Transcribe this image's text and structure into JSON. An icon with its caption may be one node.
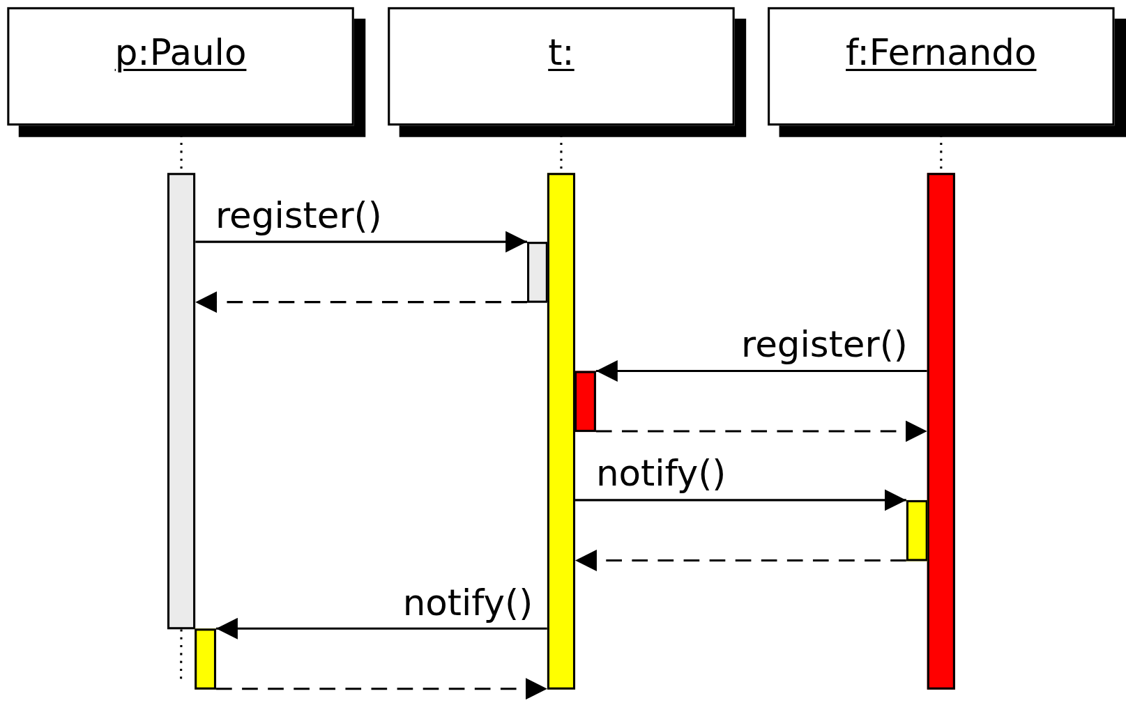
{
  "diagram": {
    "nodes": [
      {
        "text": [
          "p:Paulo"
        ]
      },
      {
        "text": [
          "t:"
        ]
      },
      {
        "text": [
          "f:Fernando"
        ]
      },
      {
        "text": [],
        "shape": "bar"
      },
      {
        "text": [],
        "shape": "bar"
      },
      {
        "text": [],
        "shape": "bar"
      },
      {
        "text": [],
        "shape": "bar"
      },
      {
        "text": [],
        "shape": "bar"
      },
      {
        "text": [],
        "shape": "bar"
      },
      {
        "text": [],
        "shape": "bar"
      }
    ],
    "edges": [
      {
        "from": 0,
        "to": 3,
        "arrow": "none",
        "style": "dashed"
      },
      {
        "from": 1,
        "to": 4,
        "arrow": "none",
        "style": "dashed"
      },
      {
        "from": 2,
        "to": 5,
        "arrow": "none",
        "style": "dashed"
      },
      {
        "from": 3,
        "to": 6,
        "arrow": "to",
        "label": "register()"
      },
      {
        "from": 6,
        "to": 3,
        "arrow": "to",
        "style": "dashed"
      },
      {
        "from": 5,
        "to": 7,
        "arrow": "to",
        "label": "register()"
      },
      {
        "from": 7,
        "to": 5,
        "arrow": "to",
        "style": "dashed"
      },
      {
        "from": 4,
        "to": 8,
        "arrow": "to",
        "label": "notify()"
      },
      {
        "from": 8,
        "to": 4,
        "arrow": "to",
        "style": "dashed"
      },
      {
        "from": 4,
        "to": 9,
        "arrow": "to",
        "label": "notify()"
      },
      {
        "from": 9,
        "to": 4,
        "arrow": "to",
        "style": "dashed"
      },
      {
        "from": 3,
        "to": null,
        "arrow": "none",
        "style": "dashed"
      }
    ]
  }
}
